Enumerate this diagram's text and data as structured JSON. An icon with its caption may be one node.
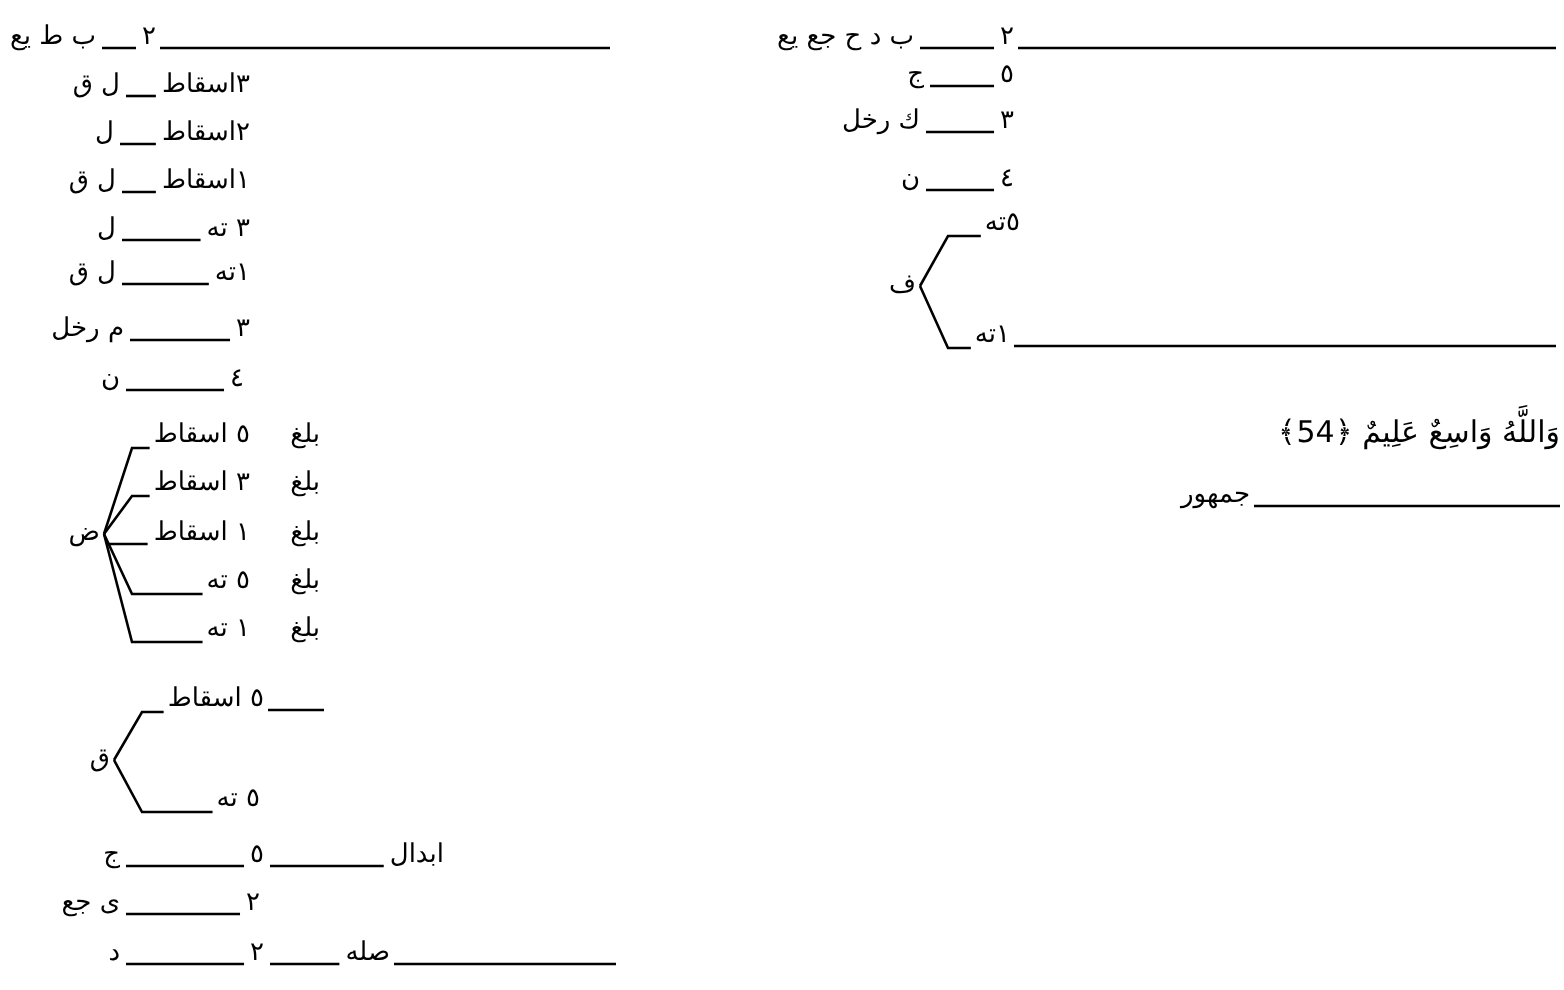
{
  "diagram": {
    "nodes": [
      {
        "text": [
          "٢"
        ]
      },
      {
        "text": [
          "ب د ح جع يع"
        ]
      },
      {
        "text": [
          "٥"
        ]
      },
      {
        "text": [
          "ج"
        ]
      },
      {
        "text": [
          "٣"
        ]
      },
      {
        "text": [
          "ك رخل"
        ]
      },
      {
        "text": [
          "٤"
        ]
      },
      {
        "text": [
          "ن"
        ]
      },
      {
        "text": [
          "ف"
        ]
      },
      {
        "text": [
          "٥ته"
        ]
      },
      {
        "text": [
          "١ته"
        ]
      },
      {
        "text": [
          "جمهور"
        ]
      },
      {
        "text": [
          "٢"
        ]
      },
      {
        "text": [
          "ب ط يع"
        ]
      },
      {
        "text": [
          "٣اسقاط"
        ]
      },
      {
        "text": [
          "ل ق"
        ]
      },
      {
        "text": [
          "٢اسقاط"
        ]
      },
      {
        "text": [
          "ل"
        ]
      },
      {
        "text": [
          "١اسقاط"
        ]
      },
      {
        "text": [
          "ل ق"
        ]
      },
      {
        "text": [
          "٣ ته"
        ]
      },
      {
        "text": [
          "ل"
        ]
      },
      {
        "text": [
          "١ته"
        ]
      },
      {
        "text": [
          "ل ق"
        ]
      },
      {
        "text": [
          "٣"
        ]
      },
      {
        "text": [
          "م رخل"
        ]
      },
      {
        "text": [
          "٤"
        ]
      },
      {
        "text": [
          "ن"
        ]
      },
      {
        "text": [
          "ض"
        ]
      },
      {
        "text": [
          "٥ اسقاط"
        ],
        "beside": [
          "بلغ"
        ]
      },
      {
        "text": [
          "٣ اسقاط"
        ],
        "beside": [
          "بلغ"
        ]
      },
      {
        "text": [
          "١ اسقاط"
        ],
        "beside": [
          "بلغ"
        ]
      },
      {
        "text": [
          "٥ ته"
        ],
        "beside": [
          "بلغ"
        ]
      },
      {
        "text": [
          "١ ته"
        ],
        "beside": [
          "بلغ"
        ]
      },
      {
        "text": [
          "ق"
        ]
      },
      {
        "text": [
          "٥ اسقاط"
        ]
      },
      {
        "text": [
          "٥ ته"
        ]
      },
      {
        "text": [
          "ابدال"
        ]
      },
      {
        "text": [
          "٥"
        ]
      },
      {
        "text": [
          "ج"
        ]
      },
      {
        "text": [
          "٢"
        ]
      },
      {
        "text": [
          "ى جع"
        ]
      },
      {
        "text": [
          "صله"
        ]
      },
      {
        "text": [
          "٢"
        ]
      },
      {
        "text": [
          "د"
        ]
      }
    ],
    "edges": [
      {
        "from": 0,
        "to": 1,
        "arrow": "none"
      },
      {
        "from": null,
        "to": 0,
        "arrow": "none"
      },
      {
        "from": 2,
        "to": 3,
        "arrow": "none"
      },
      {
        "from": 4,
        "to": 5,
        "arrow": "none"
      },
      {
        "from": 6,
        "to": 7,
        "arrow": "none"
      },
      {
        "from": 8,
        "to": 9,
        "arrow": "none"
      },
      {
        "from": 8,
        "to": 10,
        "arrow": "none"
      },
      {
        "from": null,
        "to": 10,
        "arrow": "none"
      },
      {
        "from": null,
        "to": 11,
        "arrow": "none"
      },
      {
        "from": 12,
        "to": 13,
        "arrow": "none"
      },
      {
        "from": null,
        "to": 12,
        "arrow": "none"
      },
      {
        "from": 14,
        "to": 15,
        "arrow": "none"
      },
      {
        "from": 16,
        "to": 17,
        "arrow": "none"
      },
      {
        "from": 18,
        "to": 19,
        "arrow": "none"
      },
      {
        "from": 20,
        "to": 21,
        "arrow": "none"
      },
      {
        "from": 22,
        "to": 23,
        "arrow": "none"
      },
      {
        "from": 24,
        "to": 25,
        "arrow": "none"
      },
      {
        "from": 26,
        "to": 27,
        "arrow": "none"
      },
      {
        "from": 28,
        "to": 29,
        "arrow": "none"
      },
      {
        "from": 28,
        "to": 30,
        "arrow": "none"
      },
      {
        "from": 28,
        "to": 31,
        "arrow": "none"
      },
      {
        "from": 28,
        "to": 32,
        "arrow": "none"
      },
      {
        "from": 28,
        "to": 33,
        "arrow": "none"
      },
      {
        "from": 34,
        "to": 35,
        "arrow": "none"
      },
      {
        "from": 34,
        "to": 36,
        "arrow": "none"
      },
      {
        "from": null,
        "to": 35,
        "arrow": "none"
      },
      {
        "from": 37,
        "to": 38,
        "arrow": "none"
      },
      {
        "from": 38,
        "to": 39,
        "arrow": "none"
      },
      {
        "from": 40,
        "to": 41,
        "arrow": "none"
      },
      {
        "from": 42,
        "to": 43,
        "arrow": "none"
      },
      {
        "from": 43,
        "to": 44,
        "arrow": "none"
      },
      {
        "from": null,
        "to": 42,
        "arrow": "none"
      }
    ],
    "labels": [
      "وَاللَّهُ وَاسِعٌ عَلِيمٌ ﴿54﴾"
    ]
  }
}
